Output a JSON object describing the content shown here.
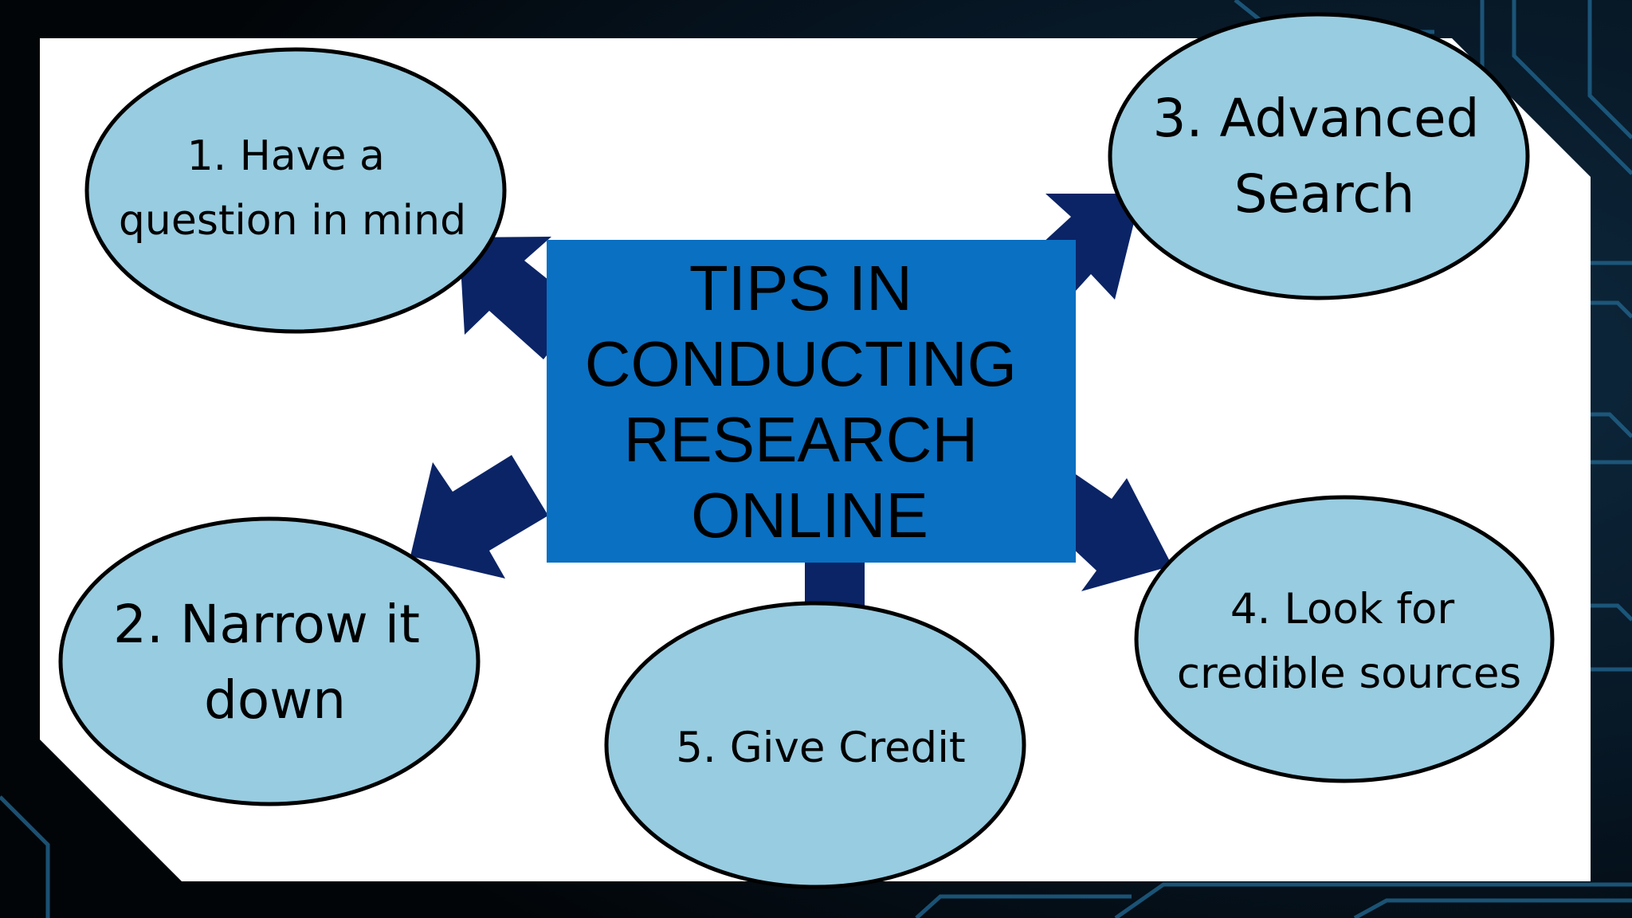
{
  "slide": {
    "center": {
      "lines": [
        "TIPS IN",
        "CONDUCTING",
        "RESEARCH",
        "ONLINE"
      ]
    },
    "tips": [
      {
        "id": "tip-1",
        "lines": [
          "1. Have a",
          "question in mind"
        ]
      },
      {
        "id": "tip-2",
        "lines": [
          "2. Narrow it",
          "down"
        ]
      },
      {
        "id": "tip-3",
        "lines": [
          "3. Advanced",
          "Search"
        ]
      },
      {
        "id": "tip-4",
        "lines": [
          "4. Look for",
          "credible sources"
        ]
      },
      {
        "id": "tip-5",
        "lines": [
          "5. Give Credit"
        ]
      }
    ]
  },
  "colors": {
    "background": "#05090f",
    "circuit": "#1f5f86",
    "panel": "#ffffff",
    "center_box": "#0a70c2",
    "bubble_fill": "#98cce0",
    "bubble_stroke": "#000000",
    "arrow": "#0b2466"
  }
}
